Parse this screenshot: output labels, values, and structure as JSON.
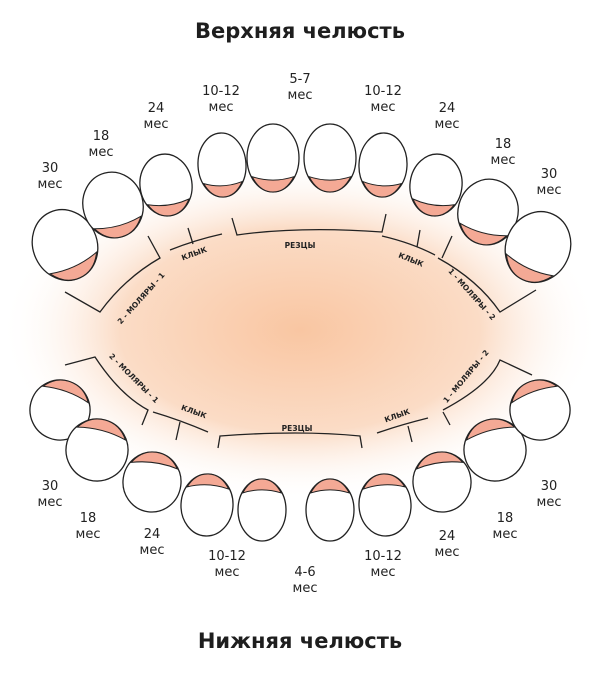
{
  "titles": {
    "upper": "Верхняя челюсть",
    "lower": "Нижняя челюсть"
  },
  "unit": "мес",
  "upper_ages": [
    "30",
    "18",
    "24",
    "10-12",
    "5-7",
    "10-12",
    "24",
    "18",
    "30"
  ],
  "lower_ages": [
    "30",
    "18",
    "24",
    "10-12",
    "4-6",
    "10-12",
    "24",
    "18",
    "30"
  ],
  "groups": {
    "incisors": "РЕЗЦЫ",
    "canine": "КЛЫК",
    "molars_left": "2 - МОЛЯРЫ - 1",
    "molars_right": "1 - МОЛЯРЫ - 2"
  },
  "colors": {
    "gum": "#f4a995",
    "glow": "#f9c9a8"
  }
}
